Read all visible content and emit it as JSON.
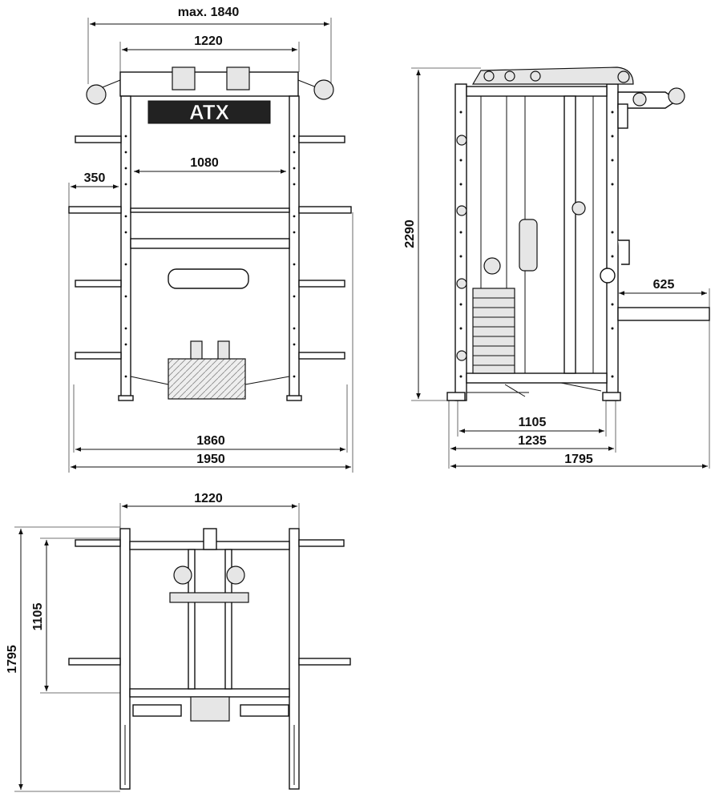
{
  "brand": "ATX",
  "front_view": {
    "dim_max_width": "max. 1840",
    "dim_top_frame": "1220",
    "dim_inner": "1080",
    "dim_side": "350",
    "dim_bar_span": "1860",
    "dim_total_width": "1950"
  },
  "side_view": {
    "dim_height": "2290",
    "dim_arm": "625",
    "dim_base_inner": "1105",
    "dim_base": "1235",
    "dim_depth": "1795"
  },
  "top_view": {
    "dim_width": "1220",
    "dim_inner_depth": "1105",
    "dim_depth": "1795"
  }
}
